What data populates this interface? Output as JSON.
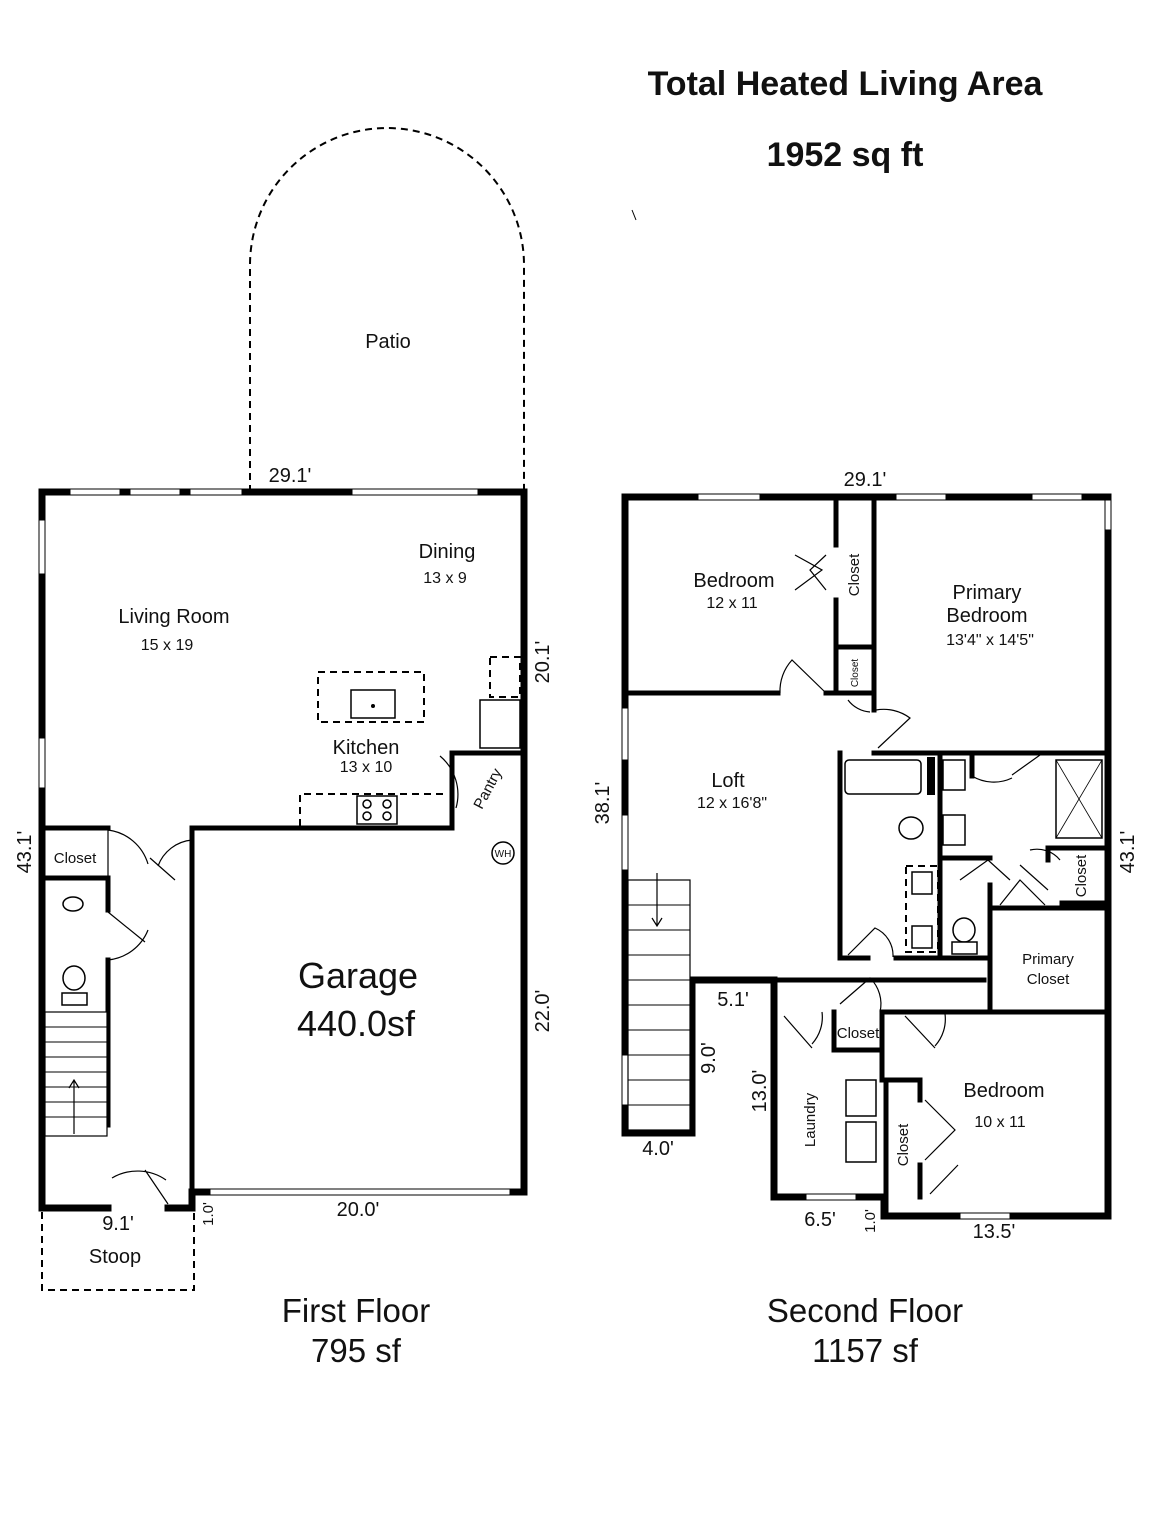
{
  "header": {
    "title": "Total Heated Living Area",
    "area": "1952 sq ft"
  },
  "first_floor": {
    "label": "First Floor",
    "area": "795 sf",
    "rooms": {
      "patio": "Patio",
      "living": {
        "name": "Living Room",
        "size": "15 x 19"
      },
      "dining": {
        "name": "Dining",
        "size": "13 x 9"
      },
      "kitchen": {
        "name": "Kitchen",
        "size": "13 x 10"
      },
      "pantry": "Pantry",
      "closet": "Closet",
      "garage": {
        "name": "Garage",
        "size": "440.0sf"
      },
      "stoop": "Stoop",
      "water_heater": "WH"
    },
    "measurements": {
      "top": "29.1'",
      "right_upper": "20.1'",
      "left": "43.1'",
      "right_lower": "22.0'",
      "garage_width": "20.0'",
      "offset": "1.0'",
      "stoop_width": "9.1'"
    }
  },
  "second_floor": {
    "label": "Second Floor",
    "area": "1157 sf",
    "rooms": {
      "bedroom1": {
        "name": "Bedroom",
        "size": "12 x 11"
      },
      "closet_b1": "Closet",
      "closet_small": "Closet",
      "primary": {
        "name": "Primary Bedroom",
        "line1": "Primary",
        "line2": "Bedroom",
        "size": "13'4\" x 14'5\""
      },
      "loft": {
        "name": "Loft",
        "size": "12 x 16'8\""
      },
      "closet_bath": "Closet",
      "primary_closet": {
        "line1": "Primary",
        "line2": "Closet"
      },
      "closet_hall": "Closet",
      "laundry": "Laundry",
      "bedroom2": {
        "name": "Bedroom",
        "size": "10 x 11"
      },
      "closet_b2": "Closet"
    },
    "measurements": {
      "top": "29.1'",
      "left": "38.1'",
      "right": "43.1'",
      "stair_bottom": "4.0'",
      "notch_top": "5.1'",
      "notch_side": "9.0'",
      "laundry_side": "13.0'",
      "laundry_bottom": "6.5'",
      "offset": "1.0'",
      "bedroom_bottom": "13.5'"
    }
  }
}
